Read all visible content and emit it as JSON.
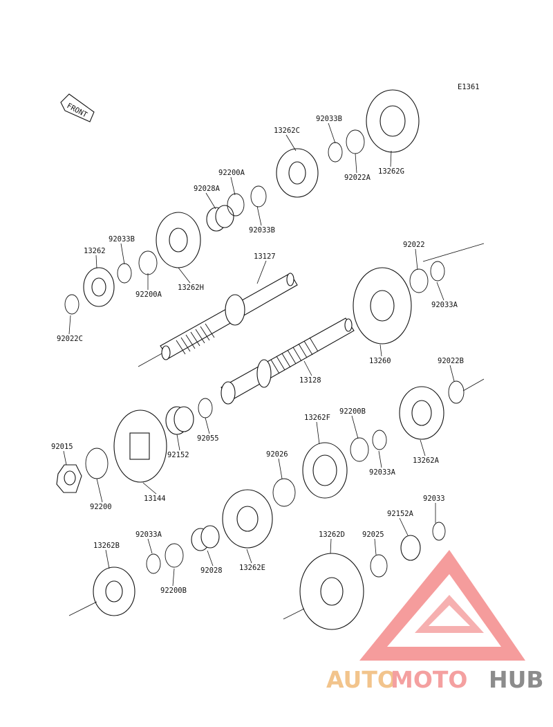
{
  "diagram": {
    "ref_code": "E1361",
    "front_label": "FRONT",
    "parts": [
      "92033B",
      "13262C",
      "92200A",
      "92028A",
      "92033B",
      "92022A",
      "13262G",
      "92033B",
      "13262",
      "92200A",
      "13262H",
      "13127",
      "92022C",
      "92022",
      "92033A",
      "13260",
      "13128",
      "92022B",
      "92200B",
      "13262F",
      "92033A",
      "13262A",
      "92055",
      "92152",
      "92015",
      "92200",
      "13144",
      "92026",
      "13262E",
      "92033",
      "92152A",
      "92025",
      "13262D",
      "92033A",
      "13262B",
      "92200B",
      "92028"
    ]
  },
  "watermark": {
    "word_part1": "AUTO",
    "word_part2": "MOTO",
    "word_part3": "HUB",
    "colors": {
      "auto": "#f2c48c",
      "moto": "#f4a0a0",
      "hub": "#8c8c8c",
      "logo": "#f06e6e"
    }
  }
}
